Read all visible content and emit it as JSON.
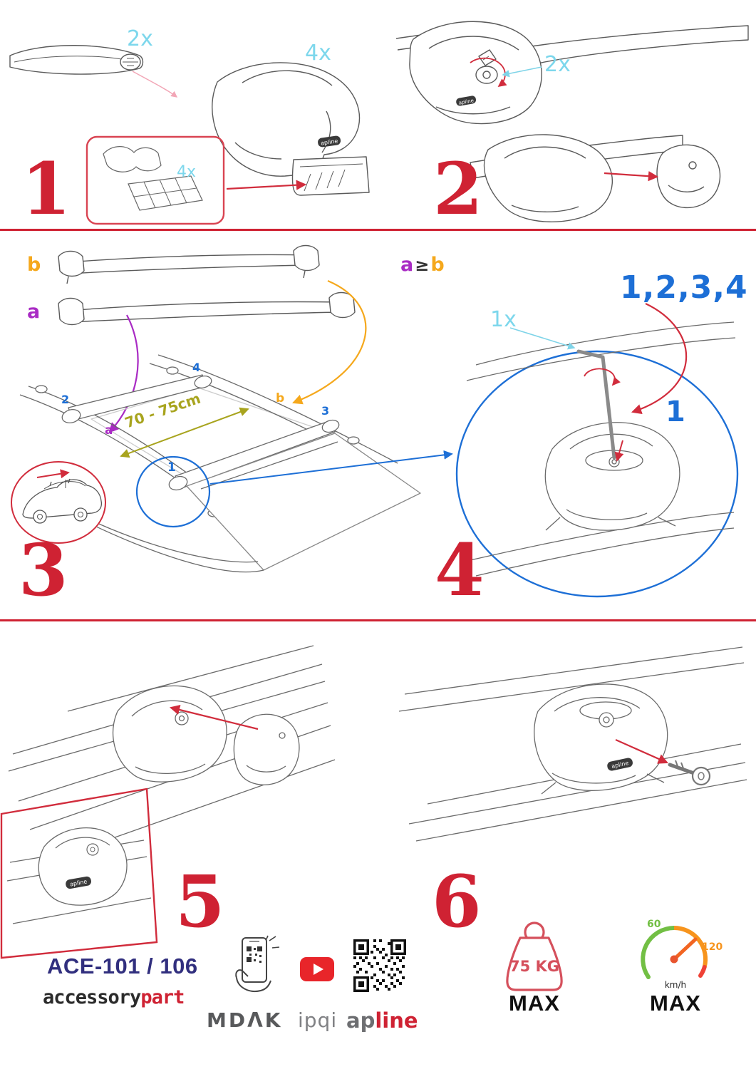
{
  "colors": {
    "step_number_red": "#cf2233",
    "quantity_cyan": "#7dd7ec",
    "label_purple": "#a92bc4",
    "label_orange": "#f5a81c",
    "dimension_olive": "#a8a41e",
    "highlight_blue": "#1d6fd6",
    "model_navy": "#312f7e",
    "brand_gray": "#6d6e71"
  },
  "steps": {
    "s1": {
      "num": "1",
      "bar_qty": "2x",
      "foot_qty": "4x",
      "pad_qty": "4x"
    },
    "s2": {
      "num": "2",
      "lock_qty": "2x"
    },
    "s3": {
      "num": "3",
      "label_a": "a",
      "label_b": "b",
      "dim": "70 - 75cm",
      "pos": {
        "p1": "1",
        "p2": "2",
        "p3": "3",
        "p4": "4",
        "pa": "a",
        "pb": "b"
      }
    },
    "s4": {
      "num": "4",
      "rule_a": "a",
      "rule_op": "≥",
      "rule_b": "b",
      "order": "1,2,3,4",
      "tool_qty": "1x",
      "first_pos": "1"
    },
    "s5": {
      "num": "5"
    },
    "s6": {
      "num": "6"
    }
  },
  "brand": {
    "apline_badge": "apline"
  },
  "footer": {
    "model": "ACE-101 / 106",
    "wordmark_accessory": "accessory",
    "wordmark_part": "part",
    "mdak": "MDΛK",
    "ipqi": "ipqi",
    "apline_ap": "ap",
    "apline_line": "line",
    "weight_value": "75 KG",
    "weight_max": "MAX",
    "speed_low": "60",
    "speed_high": "120",
    "speed_unit": "km/h",
    "speed_max": "MAX"
  }
}
